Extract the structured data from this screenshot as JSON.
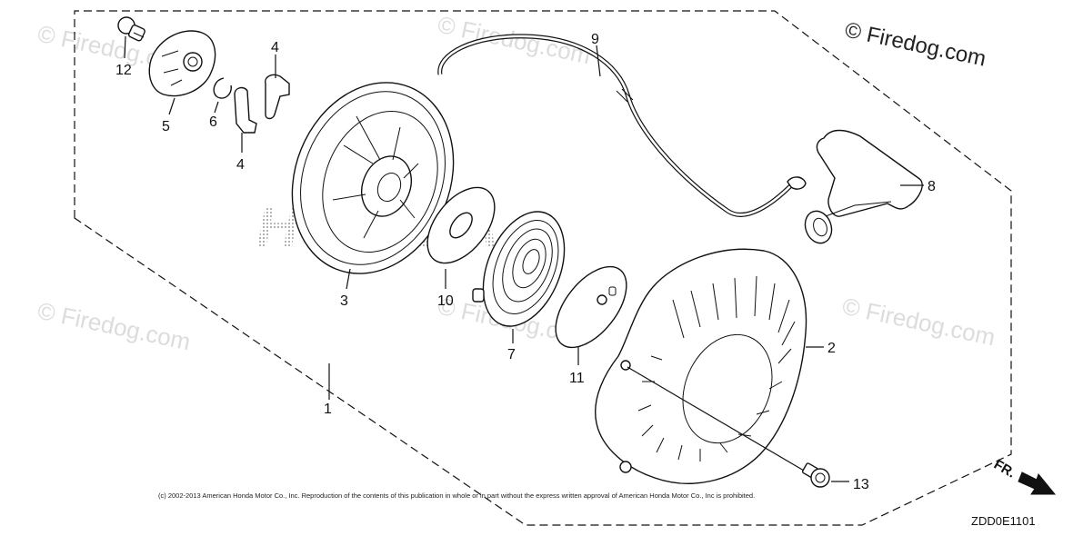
{
  "watermark": {
    "main_text": "© Firedog.com",
    "faint_text": "© Firedog.com",
    "brand_text": "HONDA"
  },
  "labels": {
    "p1": "1",
    "p2": "2",
    "p3": "3",
    "p4a": "4",
    "p4b": "4",
    "p5": "5",
    "p6": "6",
    "p7": "7",
    "p8": "8",
    "p9": "9",
    "p10": "10",
    "p11": "11",
    "p12": "12",
    "p13": "13"
  },
  "copyright": "(c) 2002-2013 American Honda Motor Co., Inc. Reproduction of the contents of this publication in whole or in part without the express written approval of American Honda Motor Co., Inc is prohibited.",
  "diagram_code": "ZDD0E1101",
  "front_marker": "FR.",
  "colors": {
    "line": "#111111",
    "watermark": "#dcdcdc",
    "background": "#ffffff"
  }
}
